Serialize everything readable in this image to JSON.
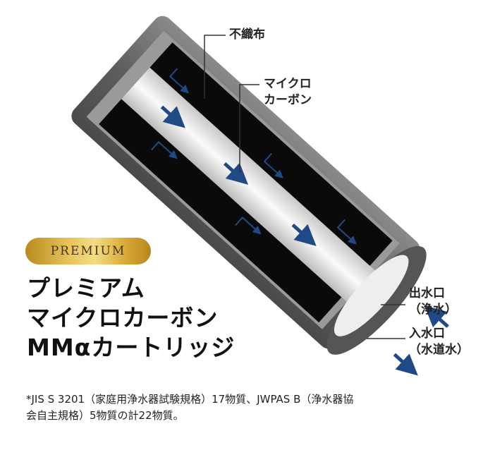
{
  "badge": {
    "label": "PREMIUM"
  },
  "title": {
    "lines": [
      "プレミアム",
      "マイクロカーボン",
      "MMαカートリッジ"
    ]
  },
  "labels": {
    "nonwoven": "不織布",
    "microcarbon_1": "マイクロ",
    "microcarbon_2": "カーボン",
    "outlet_1": "出水口",
    "outlet_2": "（浄水）",
    "inlet_1": "入水口",
    "inlet_2": "（水道水）"
  },
  "footnote": {
    "line1": "*JIS S 3201（家庭用浄水器試験規格）17物質、JWPAS B（浄水器協",
    "line2": "会自主規格）5物質の計22物質。"
  },
  "colors": {
    "arrow": "#1f4a86",
    "gold": "#d8a935",
    "shell": "#6e6e6e"
  }
}
